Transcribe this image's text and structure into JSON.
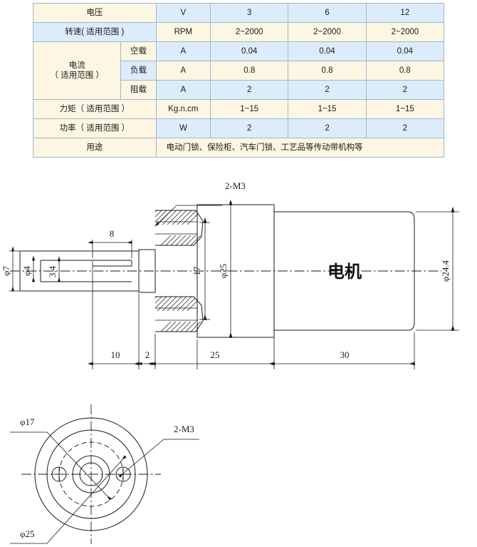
{
  "spec_table": {
    "columns": [
      "parameter",
      "sub",
      "unit",
      "v3",
      "v6",
      "v12"
    ],
    "rows": [
      {
        "label": "电压",
        "sub": "",
        "unit": "V",
        "values": [
          "3",
          "6",
          "12"
        ]
      },
      {
        "label": "转速( 适用范围 )",
        "sub": "",
        "unit": "RPM",
        "values": [
          "2~2000",
          "2~2000",
          "2~2000"
        ]
      },
      {
        "label": "电流",
        "label2": "（ 适用范围 ）",
        "sub": "空载",
        "unit": "A",
        "values": [
          "0.04",
          "0.04",
          "0.04"
        ]
      },
      {
        "label": "",
        "sub": "负载",
        "unit": "A",
        "values": [
          "0.8",
          "0.8",
          "0.8"
        ]
      },
      {
        "label": "",
        "sub": "阻载",
        "unit": "A",
        "values": [
          "2",
          "2",
          "2"
        ]
      },
      {
        "label": "力矩（ 适用范围 ）",
        "sub": "",
        "unit": "Kg.n.cm",
        "values": [
          "1~15",
          "1~15",
          "1~15"
        ]
      },
      {
        "label": "功率（ 适用范围 ）",
        "sub": "",
        "unit": "W",
        "values": [
          "2",
          "2",
          "2"
        ]
      }
    ],
    "usage_label": "用途",
    "usage_value": "电动门锁、保险柜、汽车门锁、工艺品等传动带机构等",
    "colors": {
      "cream": "#fdf6e3",
      "blue": "#dcecfb",
      "border": "#9fb8cc"
    }
  },
  "side_view": {
    "motor_label": "电机",
    "callout_m3": "2-M3",
    "shaft_dia_outer": "φ7",
    "shaft_dia_inner": "φ4",
    "keyway_height": "3.4",
    "flat_length": "8",
    "boss_bolt_circle": "17",
    "flange_dia": "φ25",
    "body_dia": "φ24.4",
    "len_shaft": "10",
    "len_step": "2",
    "len_gearbox": "25",
    "len_motor": "30"
  },
  "end_view": {
    "dia_bolt_circle": "φ17",
    "dia_flange": "φ25",
    "callout_m3": "2-M3"
  }
}
